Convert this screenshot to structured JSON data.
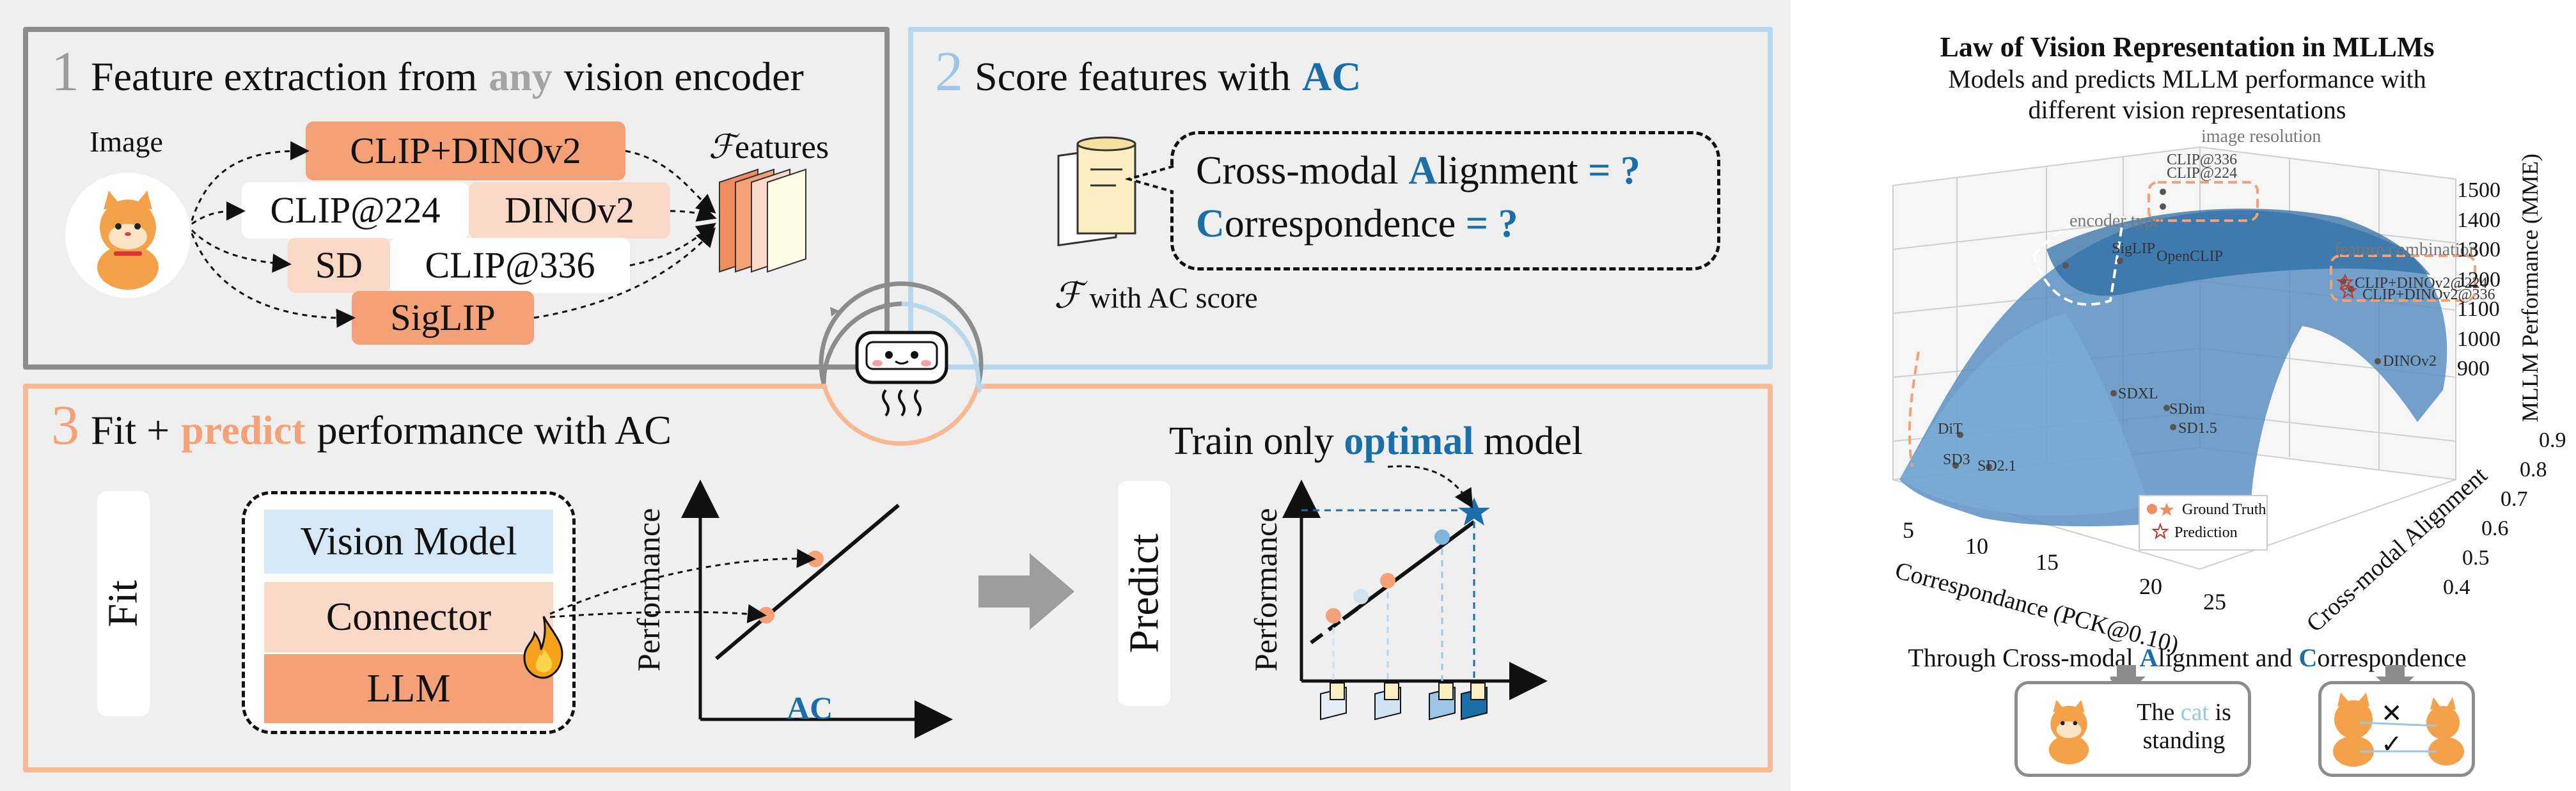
{
  "colors": {
    "orange": "#f5a178",
    "orange_dark": "#f08c5f",
    "peach": "#fbd9c8",
    "blue_light": "#d6e8f5",
    "blue_dark": "#1a6fa8",
    "gray_border": "#8c8c8c",
    "blue_border": "#b8d6ec",
    "orange_border": "#f7b994"
  },
  "step1": {
    "number": "1",
    "title_pre": "Feature extraction from",
    "title_em": "any",
    "title_post": "vision encoder",
    "image_label": "Image",
    "features_label_script": "ℱ",
    "features_label_rest": "eatures",
    "encoders": {
      "clip_dino": "CLIP+DINOv2",
      "clip224": "CLIP@224",
      "dinov2": "DINOv2",
      "sd": "SD",
      "clip336": "CLIP@336",
      "siglip": "SigLIP"
    }
  },
  "step2": {
    "number": "2",
    "title_pre": "Score features with",
    "title_em": "AC",
    "line1_initial": "A",
    "line1_pre": "Cross-modal ",
    "line1_post": "lignment",
    "line1_eq": "= ?",
    "line2_initial": "C",
    "line2_post": "orrespondence",
    "line2_eq": "= ?",
    "caption_script": "ℱ",
    "caption_rest": "with AC score"
  },
  "step3": {
    "number": "3",
    "title_pre": "Fit +",
    "title_em": "predict",
    "title_post": "performance with AC",
    "fit_label": "Fit",
    "stack": [
      "Vision Model",
      "Connector",
      "LLM"
    ],
    "fit_chart": {
      "ylabel": "Performance",
      "xlabel": "AC"
    },
    "arrow_label": "Predict",
    "train_pre": "Train only",
    "train_em": "optimal",
    "train_post": "model",
    "predict_chart": {
      "ylabel": "Performance"
    }
  },
  "right": {
    "title": "Law of Vision Representation in MLLMs",
    "subtitle_line1": "Models and predicts MLLM performance with",
    "subtitle_line2": "different vision representations",
    "annotations": {
      "image_resolution": "image resolution",
      "encoder_type": "encoder type",
      "feature_combination": "feature combination"
    },
    "point_labels": {
      "clip336": "CLIP@336",
      "clip224": "CLIP@224",
      "siglip": "SigLIP",
      "openclip": "OpenCLIP",
      "clip_dino224": "CLIP+DINOv2@224",
      "clip_dino336": "CLIP+DINOv2@336",
      "dinov2": "DINOv2",
      "sdxl": "SDXL",
      "sdim": "SDim",
      "sd15": "SD1.5",
      "dit": "DiT",
      "sd3": "SD3",
      "sd21": "SD2.1"
    },
    "z_label": "MLLM Performance (MME)",
    "z_ticks": [
      "1500",
      "1400",
      "1300",
      "1200",
      "1100",
      "1000",
      "900"
    ],
    "x_label": "Correspondance (PCK@0.10)",
    "x_ticks": [
      "5",
      "10",
      "15",
      "20",
      "25"
    ],
    "y_label": "Cross-modal Alignment",
    "y_ticks": [
      "0.9",
      "0.8",
      "0.7",
      "0.6",
      "0.5",
      "0.4"
    ],
    "legend": {
      "gt": "Ground Truth",
      "pred": "Prediction"
    },
    "bottom_pre": "Through Cross-modal ",
    "bottom_A": "A",
    "bottom_mid": "lignment and ",
    "bottom_C": "C",
    "bottom_post": "orrespondence",
    "card1_text_pre": "The",
    "card1_text_em": "cat",
    "card1_text_post": "is",
    "card1_text_line2": "standing",
    "card2_marks": [
      "✕",
      "✓"
    ]
  }
}
